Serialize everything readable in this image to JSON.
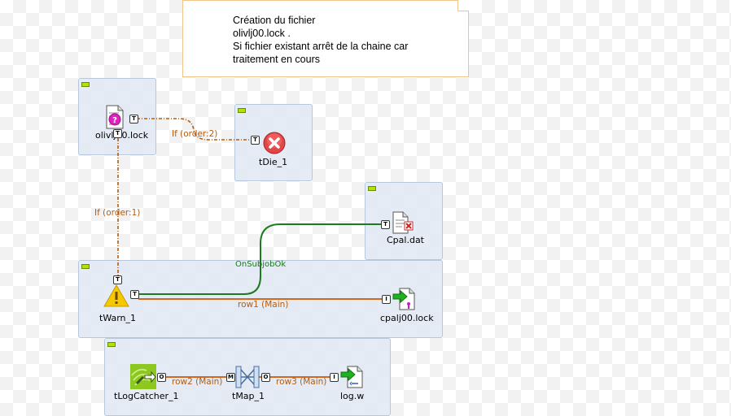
{
  "note": {
    "lines": [
      "Création du fichier",
      "olivlj00.lock .",
      "Si fichier existant arrêt de la chaine car",
      "traitement en cours"
    ]
  },
  "subjobs": {
    "onsubjob_title": "OnSubjobOk"
  },
  "components": {
    "file_check": "olivlj00.lock",
    "die": "tDie_1",
    "cpal_dat": "Cpal.dat",
    "warn": "tWarn_1",
    "cpal_lock": "cpalj00.lock",
    "logcatcher": "tLogCatcher_1",
    "tmap": "tMap_1",
    "logw": "log.w"
  },
  "connections": {
    "if_order_2": "If (order:2)",
    "if_order_1": "If (order:1)",
    "row1": "row1 (Main)",
    "row2": "row2 (Main)",
    "row3": "row3 (Main)"
  },
  "ports": {
    "trigger": "T",
    "input": "I",
    "output": "O",
    "map": "M"
  },
  "colors": {
    "subjob_bg": "#e2e9f4",
    "trigger_link": "#b35c10",
    "subjob_ok_link": "#1e7a1e",
    "main_link": "#d2691e",
    "note_border": "#f0c58c"
  }
}
